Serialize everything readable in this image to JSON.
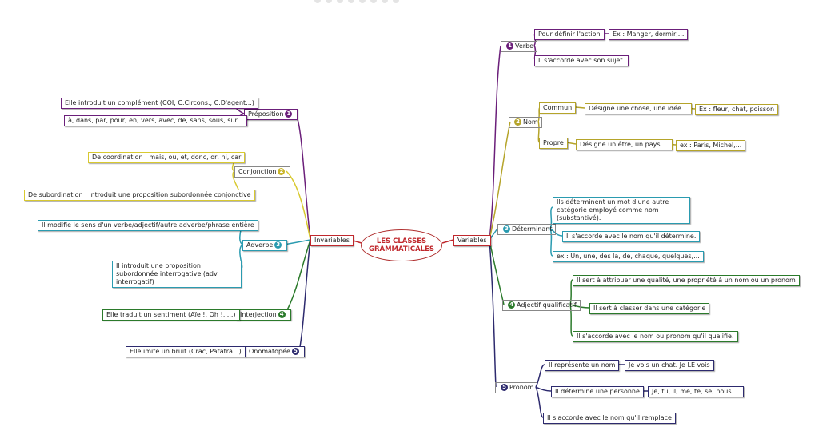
{
  "center": {
    "line1": "LES CLASSES",
    "line2": "GRAMMATICALES"
  },
  "left": {
    "root": "Invariables",
    "preposition": {
      "label": "Préposition",
      "num": "1",
      "desc": "Elle introduit un complément (COI, C.Circons., C.D'agent...)",
      "examples": "à, dans, par, pour, en, vers, avec, de, sans, sous, sur..."
    },
    "conjonction": {
      "label": "Conjonction",
      "num": "2",
      "coord": "De coordination  : mais, ou, et, donc, or, ni, car",
      "subord": "De subordination : introduit une proposition subordonnée conjonctive"
    },
    "adverbe": {
      "label": "Adverbe",
      "num": "3",
      "desc": "Il modifie le sens d'un verbe/adjectif/autre adverbe/phrase entière",
      "interrog": "Il introduit une proposition subordonnée interrogative (adv. interrogatif)"
    },
    "interjection": {
      "label": "Interjection",
      "num": "4",
      "desc": "Elle traduit un sentiment (Aïe !, Oh !, ...)"
    },
    "onomatopee": {
      "label": "Onomatopée",
      "num": "5",
      "desc": "Elle imite un bruit (Crac, Patatra...)"
    }
  },
  "right": {
    "root": "Variables",
    "verbe": {
      "label": "Verbe",
      "num": "1",
      "action": "Pour définir l'action",
      "action_ex": "Ex : Manger, dormir,...",
      "accord": "Il s'accorde avec son sujet."
    },
    "nom": {
      "label": "Nom",
      "num": "2",
      "commun": "Commun",
      "commun_desc": "Désigne une chose, une idée...",
      "commun_ex": "Ex : fleur, chat, poisson",
      "propre": "Propre",
      "propre_desc": "Désigne un être, un pays ...",
      "propre_ex": "ex : Paris, Michel,..."
    },
    "determinant": {
      "label": "Déterminant",
      "num": "3",
      "desc": "Ils déterminent un mot d'une autre catégorie employé comme nom (substantivé).",
      "accord": "Il s'accorde avec le nom qu'il détermine.",
      "examples": "ex : Un, une, des la, de, chaque, quelques,..."
    },
    "adjectif": {
      "label": "Adjectif qualificatif",
      "num": "4",
      "attribuer": "Il sert à attribuer une qualité, une propriété à un nom ou un pronom",
      "classer": "Il sert à classer dans une catégorie",
      "accord": "Il s'accorde avec le nom ou pronom qu'il qualifie."
    },
    "pronom": {
      "label": "Pronom",
      "num": "5",
      "represente": "Il représente un nom",
      "represente_ex": "Je vois un chat. Je LE vois",
      "personne": "Il détermine une personne",
      "personne_ex": "Je, tu, il, me, te, se, nous....",
      "accord": "Il s'accorde avec le nom qu'il remplace"
    }
  },
  "colors": {
    "verbe": "#6b1f7a",
    "nom": "#b5a42a",
    "determinant": "#2a9bb0",
    "adjectif": "#2b7a2b",
    "pronom": "#2d2a6e",
    "preposition": "#6b1f7a",
    "conjonction": "#d8c930",
    "adverbe": "#2a9bb0",
    "interjection": "#2b7a2b",
    "onomatopee": "#2d2a6e",
    "center": "#c0282d"
  }
}
